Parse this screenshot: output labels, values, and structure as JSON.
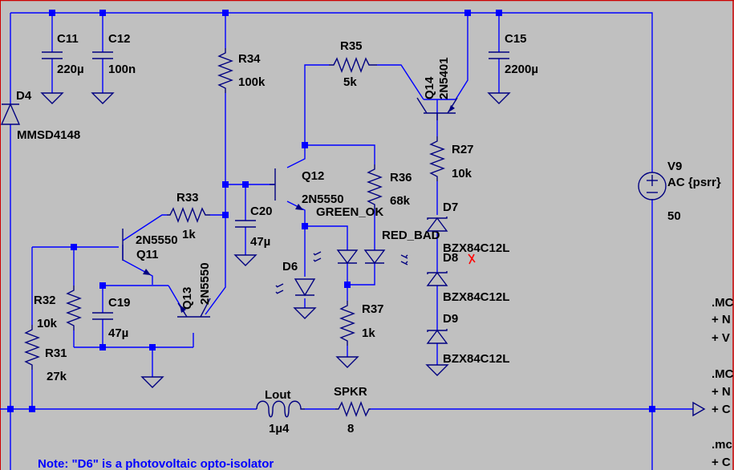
{
  "colors": {
    "background": "#c0c0c0",
    "wire": "#0000ff",
    "component": "#000080",
    "text": "#000000",
    "note": "#0000ff",
    "frame_border": "#cc0000",
    "cursor": "#ff0000"
  },
  "components": {
    "C11": {
      "ref": "C11",
      "value": "220µ"
    },
    "C12": {
      "ref": "C12",
      "value": "100n"
    },
    "C15": {
      "ref": "C15",
      "value": "2200µ"
    },
    "C19": {
      "ref": "C19",
      "value": "47µ"
    },
    "C20": {
      "ref": "C20",
      "value": "47µ"
    },
    "D4": {
      "ref": "D4",
      "value": "MMSD4148"
    },
    "R34": {
      "ref": "R34",
      "value": "100k"
    },
    "R35": {
      "ref": "R35",
      "value": "5k"
    },
    "Q14": {
      "ref": "Q14",
      "value": "2N5401"
    },
    "R27": {
      "ref": "R27",
      "value": "10k"
    },
    "V9": {
      "ref": "V9",
      "value": "AC {psrr}",
      "extra": "50"
    },
    "Q12": {
      "ref": "Q12",
      "value": "2N5550"
    },
    "R36": {
      "ref": "R36",
      "value": "68k"
    },
    "R33": {
      "ref": "R33",
      "value": "1k"
    },
    "Q11": {
      "ref": "Q11",
      "value": "2N5550"
    },
    "Q13": {
      "ref": "Q13",
      "value": "2N5550"
    },
    "D6": {
      "ref": "D6"
    },
    "GREEN_OK": {
      "ref": "GREEN_OK"
    },
    "RED_BAD": {
      "ref": "RED_BAD"
    },
    "R37": {
      "ref": "R37",
      "value": "1k"
    },
    "R32": {
      "ref": "R32",
      "value": "10k"
    },
    "R31": {
      "ref": "R31",
      "value": "27k"
    },
    "D7": {
      "ref": "D7",
      "value": "BZX84C12L"
    },
    "D8": {
      "ref": "D8",
      "value": "BZX84C12L"
    },
    "D9": {
      "ref": "D9",
      "value": "BZX84C12L"
    },
    "Lout": {
      "ref": "Lout",
      "value": "1µ4"
    },
    "SPKR": {
      "ref": "SPKR",
      "value": "8"
    }
  },
  "directives": [
    ".MC",
    "+ N",
    "+ V",
    ".MC",
    "+ N",
    "+ C",
    ".mc",
    "+ C"
  ],
  "note": "Note: \"D6\" is a photovoltaic opto-isolator",
  "icons": {
    "cursor": "red-x-cursor-icon"
  }
}
